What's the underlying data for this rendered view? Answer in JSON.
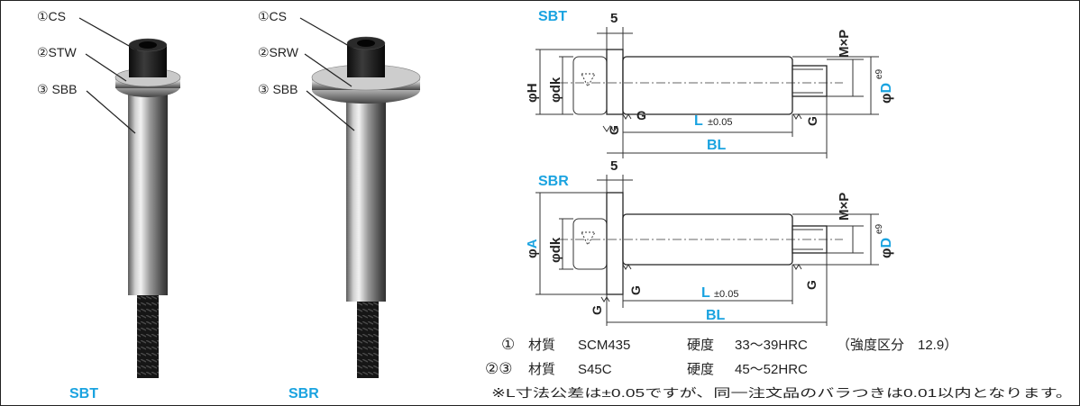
{
  "photo": {
    "sbt": {
      "label": "SBT",
      "callouts": [
        "①CS",
        "②STW",
        "③ SBB"
      ]
    },
    "sbr": {
      "label": "SBR",
      "callouts": [
        "①CS",
        "②SRW",
        "③ SBB"
      ]
    }
  },
  "drawing_top": {
    "name": "SBT",
    "width5": "5",
    "phiH": "φH",
    "phiDk": "φdk",
    "mxp": "M×P",
    "phiD": "φD",
    "phiD_sup": "e9",
    "g_left": "G",
    "g_mid": "G",
    "g_right": "G",
    "L": "L",
    "L_tol": "±0.05",
    "BL": "BL"
  },
  "drawing_bottom": {
    "name": "SBR",
    "width5": "5",
    "phiA": "φA",
    "phiDk": "φdk",
    "mxp": "M×P",
    "phiD": "φD",
    "phiD_sup": "e9",
    "g_left": "G",
    "g_mid": "G",
    "g_right": "G",
    "L": "L",
    "L_tol": "±0.05",
    "BL": "BL"
  },
  "spec": {
    "row1": {
      "num": "①",
      "material_label": "材質",
      "material": "SCM435",
      "hardness_label": "硬度",
      "hardness": "33～39HRC",
      "extra": "（強度区分　12.9）"
    },
    "row2": {
      "num": "②③",
      "material_label": "材質",
      "material": "S45C",
      "hardness_label": "硬度",
      "hardness": "45～52HRC"
    },
    "note": "※L寸法公差は±0.05ですが、同一注文品のバラつきは0.01以内となります。"
  },
  "colors": {
    "accent": "#1aa3e0",
    "line": "#222222"
  }
}
